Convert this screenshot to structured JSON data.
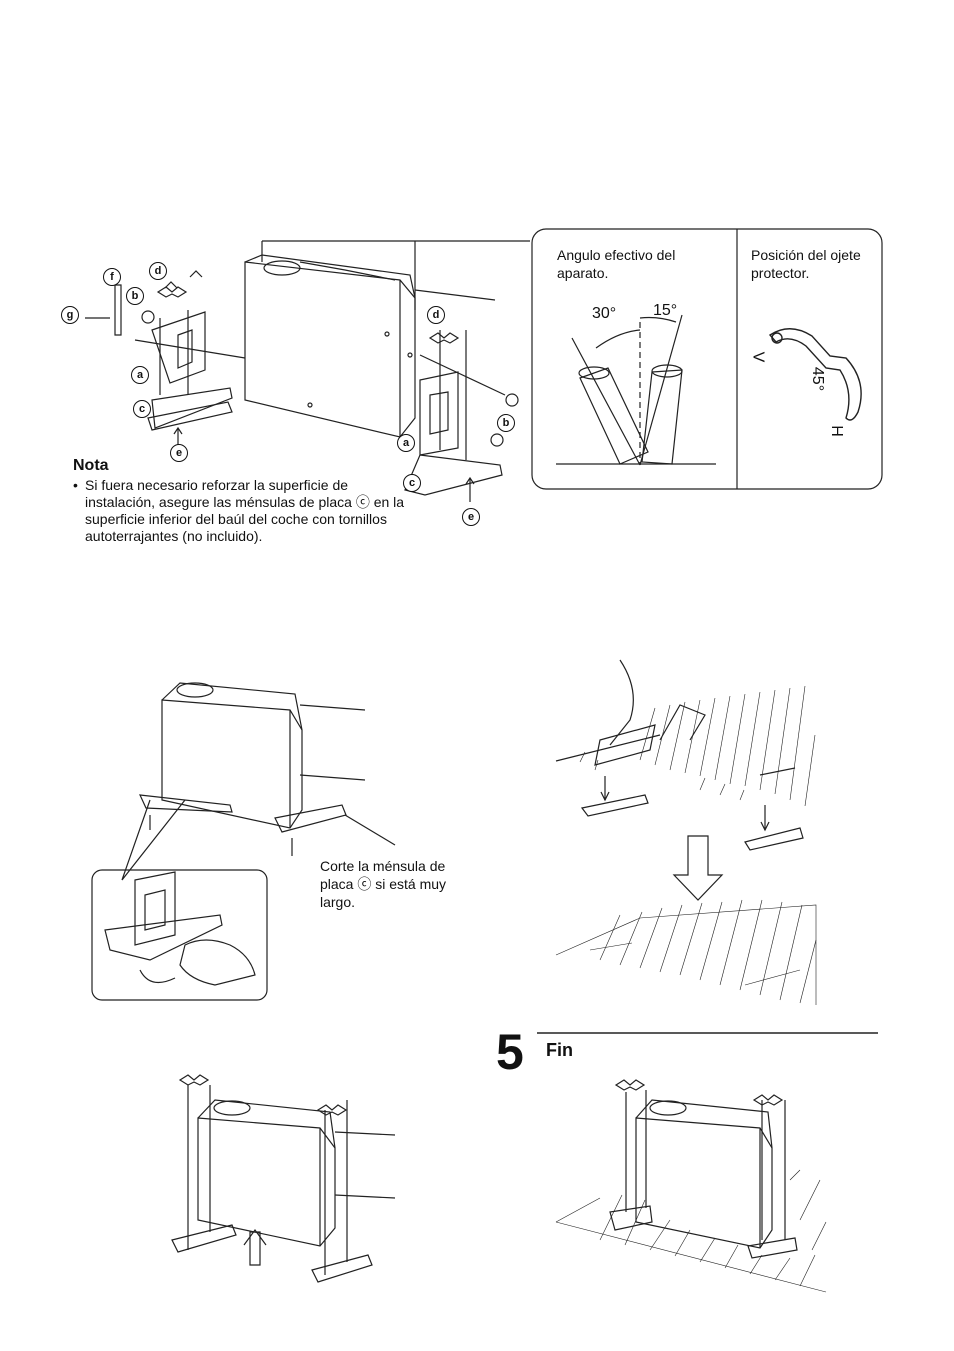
{
  "nota": {
    "title": "Nota",
    "bullet": "•",
    "text": "Si fuera necesario reforzar la superficie de instalación, asegure las ménsulas de placa ⓒ en la superficie inferior del baúl del coche con tornillos autoterrajantes (no incluido)."
  },
  "angle_box": {
    "label": "Angulo efectivo del aparato.",
    "angle_left": "30°",
    "angle_right": "15°"
  },
  "grommet_box": {
    "label": "Posición del ojete protector.",
    "v_label": "V",
    "h_label": "H",
    "angle": "45°"
  },
  "callouts": {
    "a": "a",
    "b": "b",
    "c": "c",
    "d": "d",
    "e": "e",
    "f": "f",
    "g": "g"
  },
  "trim_note": "Corte la ménsula de placa ⓒ si está muy largo.",
  "step5": {
    "number": "5",
    "title": "Fin"
  }
}
